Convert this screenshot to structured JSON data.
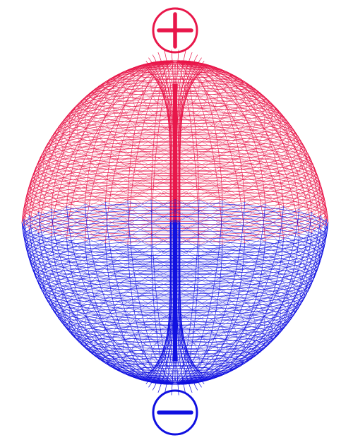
{
  "diagram": {
    "lobes": [
      {
        "id": "upper",
        "sign": "positive",
        "color": "#e8174a"
      },
      {
        "id": "lower",
        "sign": "negative",
        "color": "#1010e0"
      }
    ]
  }
}
